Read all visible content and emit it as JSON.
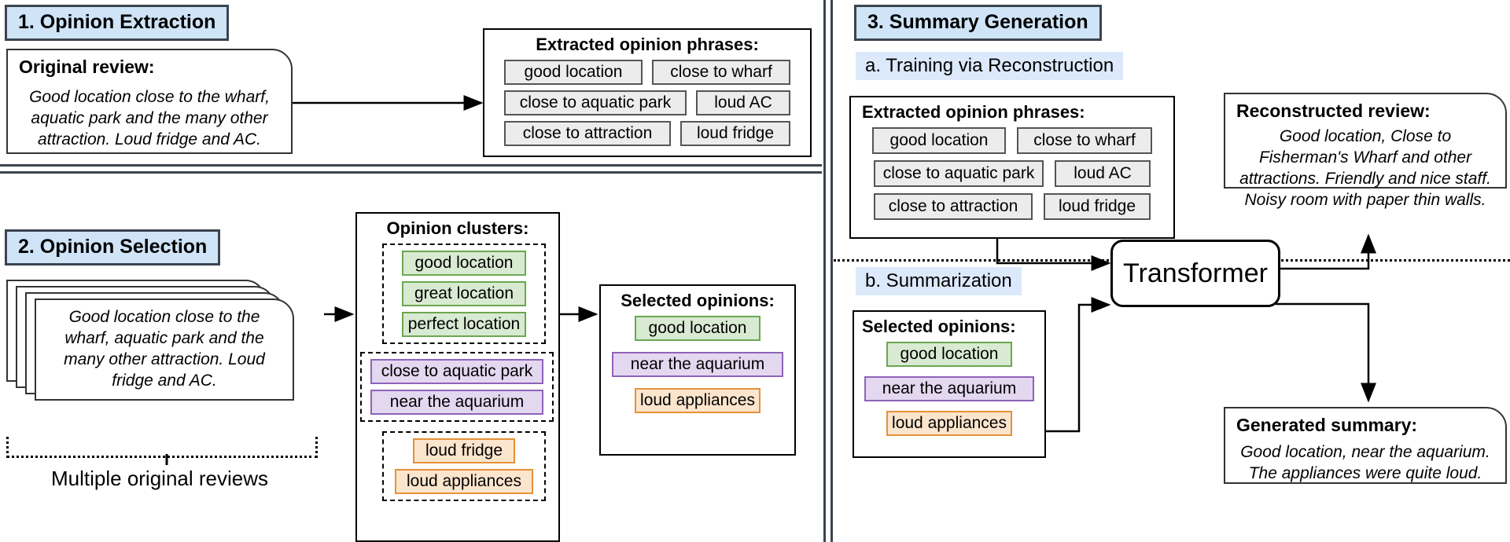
{
  "sections": {
    "s1": {
      "label": "1. Opinion Extraction"
    },
    "s2": {
      "label": "2. Opinion Selection"
    },
    "s3": {
      "label": "3. Summary Generation"
    },
    "s3a": {
      "label": "a. Training via Reconstruction"
    },
    "s3b": {
      "label": "b. Summarization"
    }
  },
  "original_review": {
    "title": "Original review:",
    "text": "Good location close to the wharf, aquatic park and the many other attraction. Loud fridge and AC."
  },
  "review_stack": {
    "text": "Good location close to the wharf, aquatic park and the many other attraction. Loud fridge and AC.",
    "caption": "Multiple original reviews"
  },
  "extracted_phrases_1": {
    "title": "Extracted opinion phrases:",
    "rows": [
      [
        "good location",
        "close to wharf"
      ],
      [
        "close to aquatic park",
        "loud AC"
      ],
      [
        "close to attraction",
        "loud fridge"
      ]
    ]
  },
  "extracted_phrases_3a": {
    "title": "Extracted opinion phrases:",
    "rows": [
      [
        "good location",
        "close to wharf"
      ],
      [
        "close to aquatic park",
        "loud AC"
      ],
      [
        "close to attraction",
        "loud fridge"
      ]
    ]
  },
  "opinion_clusters": {
    "title": "Opinion clusters:",
    "clusters": [
      {
        "color": "green",
        "items": [
          "good location",
          "great location",
          "perfect location"
        ]
      },
      {
        "color": "purple",
        "items": [
          "close to aquatic park",
          "near the aquarium"
        ]
      },
      {
        "color": "orange",
        "items": [
          "loud fridge",
          "loud appliances"
        ]
      }
    ]
  },
  "selected_opinions_2": {
    "title": "Selected opinions:",
    "items": [
      {
        "color": "green",
        "label": "good location"
      },
      {
        "color": "purple",
        "label": "near the aquarium"
      },
      {
        "color": "orange",
        "label": "loud appliances"
      }
    ]
  },
  "selected_opinions_3b": {
    "title": "Selected opinions:",
    "items": [
      {
        "color": "green",
        "label": "good location"
      },
      {
        "color": "purple",
        "label": "near the aquarium"
      },
      {
        "color": "orange",
        "label": "loud appliances"
      }
    ]
  },
  "transformer": {
    "label": "Transformer"
  },
  "reconstructed_review": {
    "title": "Reconstructed review:",
    "text": "Good location, Close to Fisherman's Wharf and other attractions. Friendly and nice staff. Noisy room with paper thin walls."
  },
  "generated_summary": {
    "title": "Generated summary:",
    "text": "Good location, near the aquarium. The appliances were quite loud."
  },
  "colors": {
    "section_header_bg": "#cfe4f7",
    "sub_header_bg": "#dce9fb",
    "chip_bg": "#ececec",
    "green_bg": "#d9ead3",
    "green_border": "#6aa84f",
    "purple_bg": "#e4d7f0",
    "purple_border": "#8e63ba",
    "orange_bg": "#fce5cd",
    "orange_border": "#e69138",
    "line": "#3b4450"
  }
}
